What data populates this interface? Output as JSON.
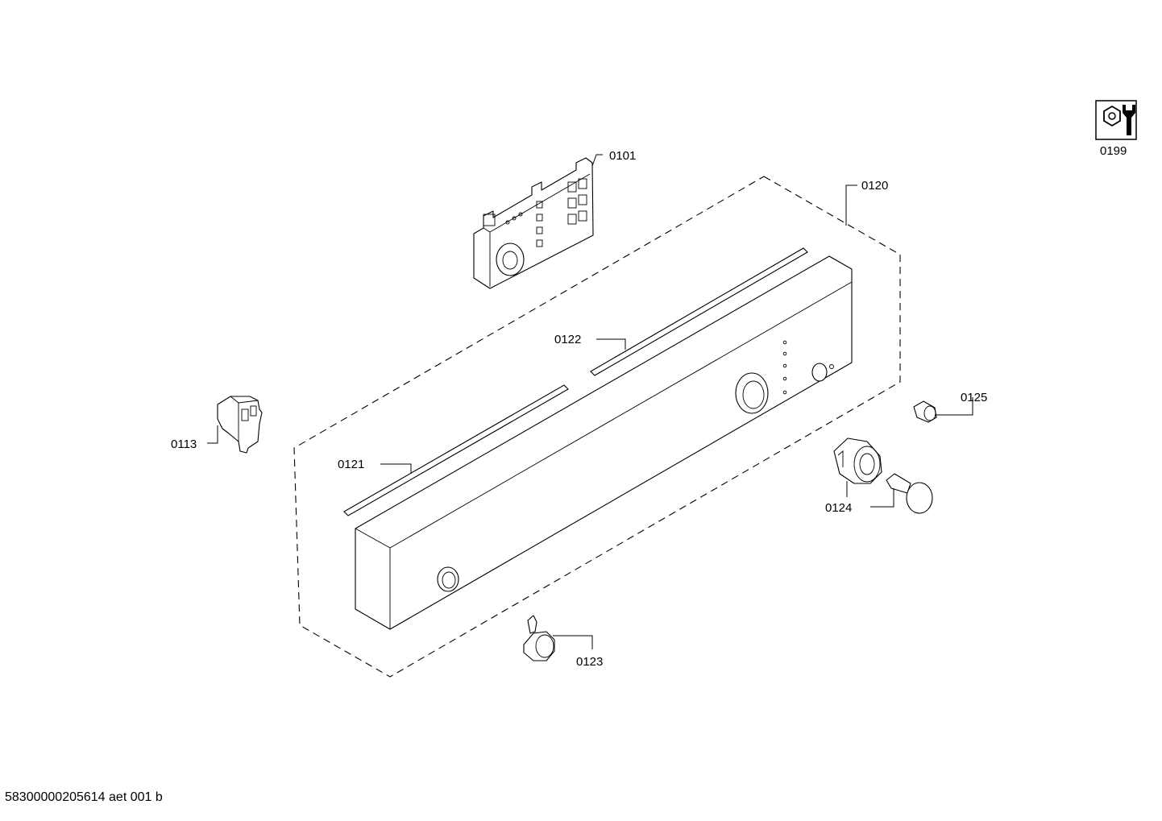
{
  "diagram": {
    "parts": [
      {
        "id": "p0101",
        "label": "0101"
      },
      {
        "id": "p0113",
        "label": "0113"
      },
      {
        "id": "p0120",
        "label": "0120"
      },
      {
        "id": "p0121",
        "label": "0121"
      },
      {
        "id": "p0122",
        "label": "0122"
      },
      {
        "id": "p0123",
        "label": "0123"
      },
      {
        "id": "p0124",
        "label": "0124"
      },
      {
        "id": "p0125",
        "label": "0125"
      }
    ],
    "service_icon": {
      "icon": "tools-wrench-nut-icon",
      "label": "0199"
    },
    "footer_code": "58300000205614 aet 001 b"
  }
}
